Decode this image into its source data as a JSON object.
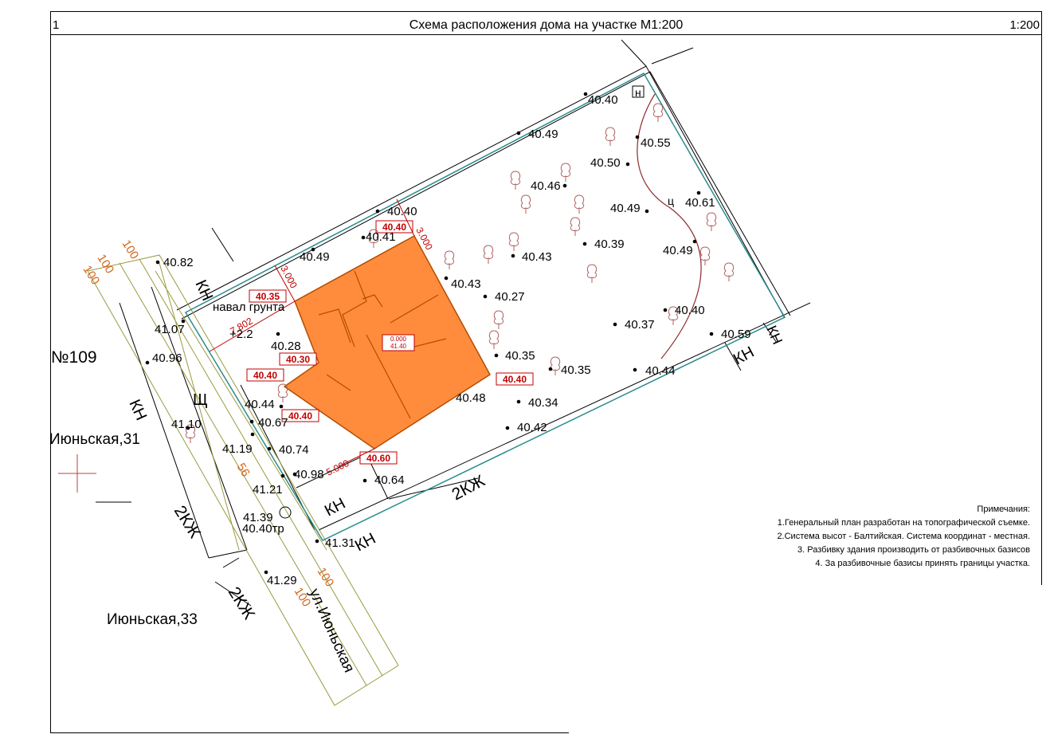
{
  "header": {
    "sheet_number": "1",
    "title": "Схема расположения дома на участке М1:200",
    "scale": "1:200"
  },
  "notes": {
    "title": "Примечания:",
    "items": [
      "1.Генеральный план разработан на топографической съемке.",
      "2.Система высот - Балтийская. Система координат - местная.",
      "3. Разбивку здания производить от разбивочных базисов",
      "4. За разбивочные базисы принять границы участка."
    ]
  },
  "plan_labels": {
    "neighbor_109": "№109",
    "neighbor_31": "Июньская,31",
    "neighbor_33": "Июньская,33",
    "street": "ул.Июньская",
    "soil": "навал грунта",
    "shch": "Щ",
    "ts": "ц",
    "n": "н",
    "plus": "+2.2",
    "tr": "40.40тр",
    "kn": "КН",
    "kzh": "2КЖ",
    "hundred": "100",
    "fiftysix": "56"
  },
  "house": {
    "level_rel": "0.000",
    "level_abs": "41.40",
    "corner_marks": [
      "40.40",
      "40.35",
      "40.30",
      "40.40",
      "40.40",
      "40.40",
      "40.60"
    ],
    "dimensions": [
      "3.000",
      "3.000",
      "7.802",
      "5.000"
    ]
  },
  "elevations": [
    "40.40",
    "40.49",
    "40.55",
    "40.50",
    "40.46",
    "40.61",
    "40.49",
    "40.40",
    "40.41",
    "40.49",
    "40.39",
    "40.43",
    "40.49",
    "40.82",
    "40.43",
    "40.27",
    "40.40",
    "40.37",
    "40.59",
    "41.07",
    "40.28",
    "40.35",
    "40.96",
    "40.35",
    "40.44",
    "40.48",
    "40.34",
    "40.44",
    "40.67",
    "41.10",
    "40.42",
    "40.74",
    "41.19",
    "40.98",
    "40.64",
    "41.21",
    "41.39",
    "41.31",
    "41.29"
  ],
  "colors": {
    "house_fill": "#ff8c3c",
    "house_stroke": "#b34d00",
    "boundary": "#2a8c8c",
    "mark_box": "#c00000",
    "dim_red": "#c00000",
    "orange_text": "#d2691e",
    "tree": "#b06060"
  }
}
